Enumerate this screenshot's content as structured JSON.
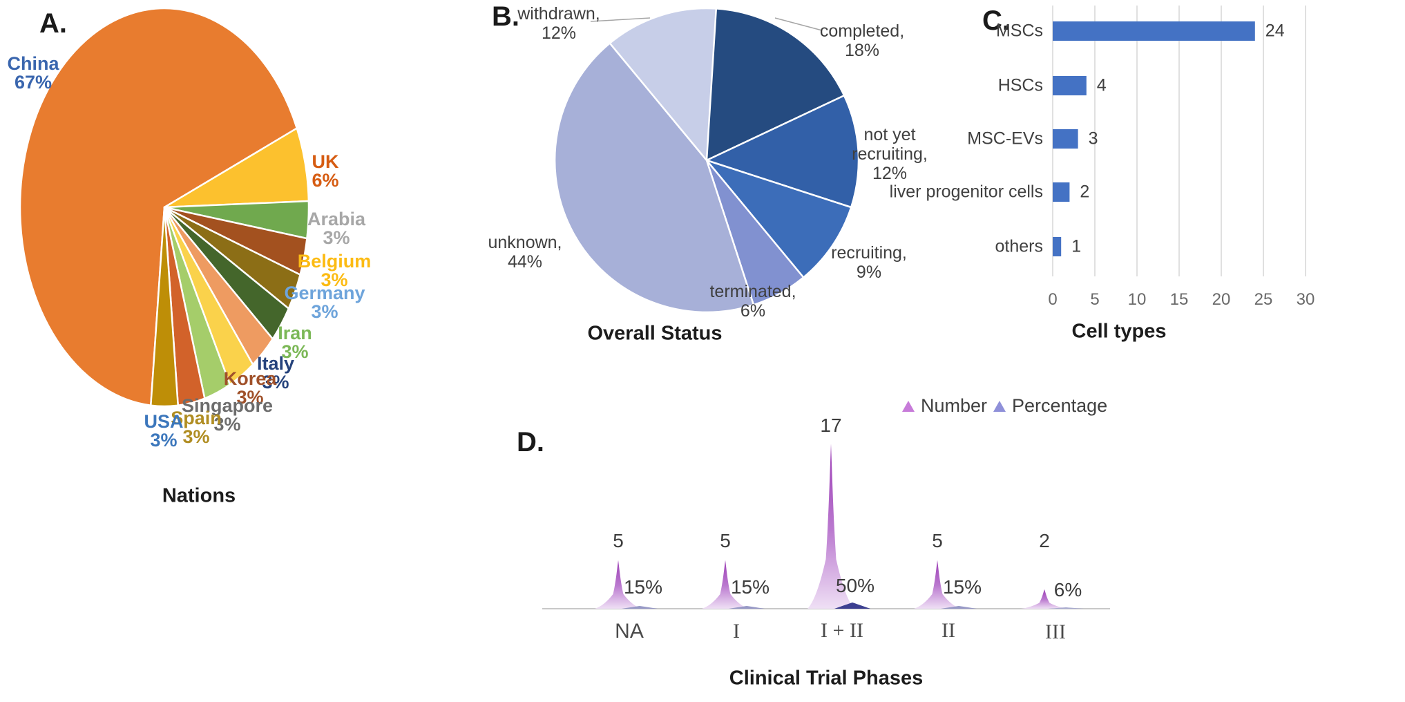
{
  "figure": {
    "panels": {
      "a": {
        "letter": "A.",
        "title": "Nations"
      },
      "b": {
        "letter": "B.",
        "title": "Overall Status"
      },
      "c": {
        "letter": "C.",
        "title": "Cell types"
      },
      "d": {
        "letter": "D.",
        "title": "Clinical Trial Phases"
      }
    },
    "legend_d": [
      {
        "name": "Number",
        "marker": "triangle-icon",
        "color": "#C77BD9"
      },
      {
        "name": "Percentage",
        "marker": "triangle-icon",
        "color": "#8F90D9"
      }
    ]
  },
  "chart_data": [
    {
      "id": "nations",
      "type": "pie",
      "title": "Nations",
      "start_angle_deg_cw_from_top": 185.4,
      "slices": [
        {
          "label": "China",
          "value_pct": 67,
          "display": "67%",
          "color": "#E87C2F",
          "label_color": "#3A66AE"
        },
        {
          "label": "UK",
          "value_pct": 6,
          "display": "6%",
          "color": "#FCC12E",
          "label_color": "#D65C12"
        },
        {
          "label": "Arabia",
          "value_pct": 3,
          "display": "3%",
          "color": "#70A94E",
          "label_color": "#A7A7A7"
        },
        {
          "label": "Belgium",
          "value_pct": 3,
          "display": "3%",
          "color": "#A3511F",
          "label_color": "#FCBB13"
        },
        {
          "label": "Germany",
          "value_pct": 3,
          "display": "3%",
          "color": "#8C6E16",
          "label_color": "#6EA4DB"
        },
        {
          "label": "Iran",
          "value_pct": 3,
          "display": "3%",
          "color": "#44662B",
          "label_color": "#7CB857"
        },
        {
          "label": "Italy",
          "value_pct": 3,
          "display": "3%",
          "color": "#EE9B61",
          "label_color": "#26437C"
        },
        {
          "label": "Korea",
          "value_pct": 3,
          "display": "3%",
          "color": "#FAD24B",
          "label_color": "#A0512A"
        },
        {
          "label": "Singapore",
          "value_pct": 3,
          "display": "3%",
          "color": "#A5CD6A",
          "label_color": "#6D6D6D"
        },
        {
          "label": "Spain",
          "value_pct": 3,
          "display": "3%",
          "color": "#D2622A",
          "label_color": "#B08D22"
        },
        {
          "label": "USA",
          "value_pct": 3,
          "display": "3%",
          "color": "#BE8E07",
          "label_color": "#3C77BC"
        }
      ]
    },
    {
      "id": "overall_status",
      "type": "pie",
      "title": "Overall Status",
      "start_angle_deg_cw_from_top": 0,
      "slices": [
        {
          "label": "completed",
          "value_pct": 18,
          "display": "completed,\n18%",
          "color": "#254B80",
          "label_color": "#3F3F3F"
        },
        {
          "label": "not yet recruiting",
          "value_pct": 12,
          "display": "not yet\nrecruiting,\n12%",
          "color": "#3260A8",
          "label_color": "#3F3F3F"
        },
        {
          "label": "recruiting",
          "value_pct": 9,
          "display": "recruiting,\n9%",
          "color": "#3C6DB9",
          "label_color": "#3F3F3F"
        },
        {
          "label": "terminated",
          "value_pct": 6,
          "display": "terminated,\n6%",
          "color": "#8191D0",
          "label_color": "#3F3F3F"
        },
        {
          "label": "unknown",
          "value_pct": 44,
          "display": "unknown,\n44%",
          "color": "#A7B0D8",
          "label_color": "#3F3F3F"
        },
        {
          "label": "withdrawn",
          "value_pct": 12,
          "display": "withdrawn,\n12%",
          "color": "#C7CEE8",
          "label_color": "#3F3F3F"
        }
      ]
    },
    {
      "id": "cell_types",
      "type": "bar",
      "orientation": "horizontal",
      "title": "Cell types",
      "categories": [
        "MSCs",
        "HSCs",
        "MSC-EVs",
        "liver progenitor cells",
        "others"
      ],
      "values": [
        24,
        4,
        3,
        2,
        1
      ],
      "bar_color": "#4472C4",
      "xlabel": "",
      "ylabel": "",
      "xlim": [
        0,
        30
      ],
      "xticks": [
        0,
        5,
        10,
        15,
        20,
        25,
        30
      ],
      "grid": true
    },
    {
      "id": "clinical_trial_phases",
      "type": "area",
      "title": "Clinical Trial Phases",
      "categories": [
        "NA",
        "I",
        "I + II",
        "II",
        "III"
      ],
      "series": [
        {
          "name": "Number",
          "values": [
            5,
            5,
            17,
            5,
            2
          ],
          "color_top": "#9C3EB5",
          "color_bottom": "#EFE0F5"
        },
        {
          "name": "Percentage",
          "labels": [
            "15%",
            "15%",
            "50%",
            "15%",
            "6%"
          ],
          "values_pct": [
            15,
            15,
            50,
            15,
            6
          ],
          "color": "#3C3F90"
        }
      ],
      "legend_position": "top-right"
    }
  ]
}
